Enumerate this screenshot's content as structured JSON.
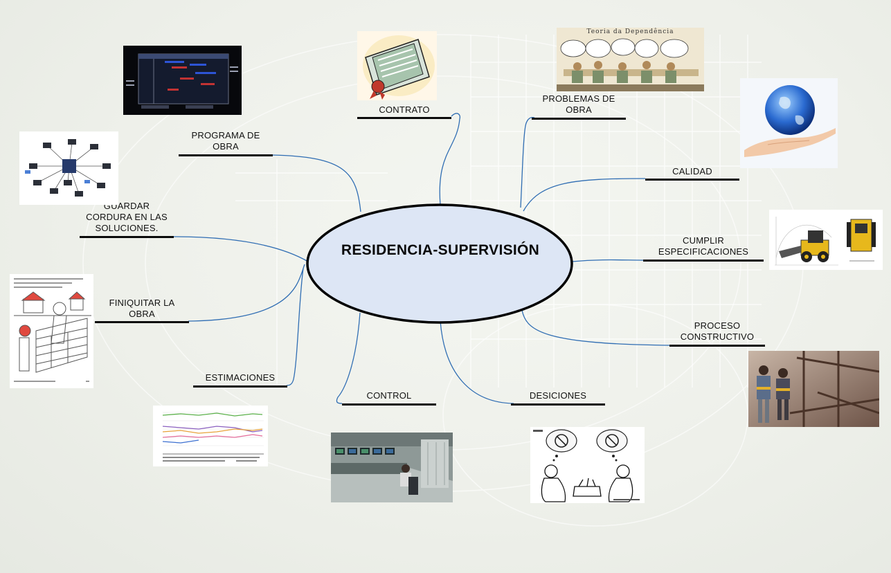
{
  "center_topic": "RESIDENCIA-SUPERVISIÓN",
  "topics": {
    "contrato": "CONTRATO",
    "problemas_line1": "PROBLEMAS DE",
    "problemas_line2": "OBRA",
    "programa_line1": "PROGRAMA DE",
    "programa_line2": "OBRA",
    "calidad": "CALIDAD",
    "guardar_line1": "GUARDAR",
    "guardar_line2": "CORDURA EN LAS",
    "guardar_line3": "SOLUCIONES.",
    "cumplir_line1": "CUMPLIR",
    "cumplir_line2": "ESPECIFICACIONES",
    "finiquitar_line1": "FINIQUITAR LA",
    "finiquitar_line2": "OBRA",
    "proceso_line1": "PROCESO",
    "proceso_line2": "CONSTRUCTIVO",
    "estimaciones": "ESTIMACIONES",
    "control": "CONTROL",
    "desiciones": "DESICIONES"
  },
  "image_texts": {
    "teoria_title": "Teoria da Dependência"
  },
  "colors": {
    "connector": "#2f6db3",
    "ellipse_fill": "#dde6f5",
    "ellipse_stroke": "#000000",
    "underline": "#0b0b0b",
    "grid": "#ffffff"
  }
}
